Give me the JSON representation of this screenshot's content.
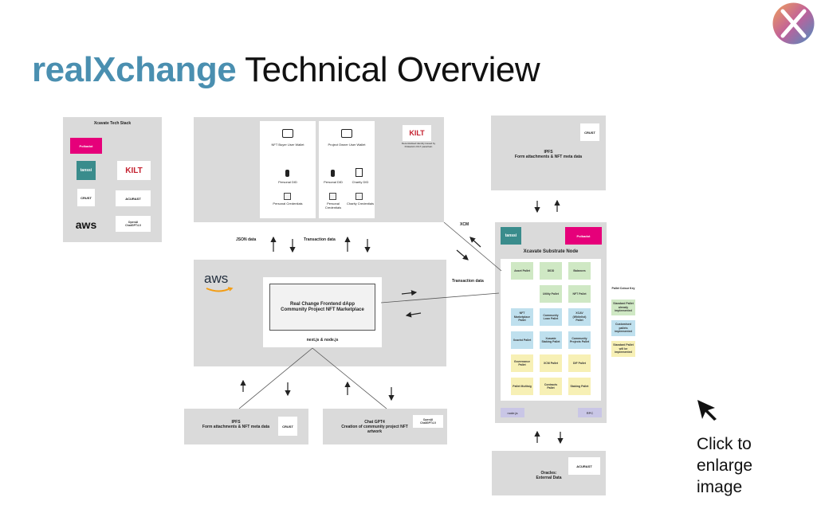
{
  "title": {
    "brand": "realXchange",
    "rest": " Technical Overview"
  },
  "tech_stack": {
    "heading": "Xcavate Tech Stack",
    "logos": [
      "Polkadot",
      "tanssi",
      "KILT",
      "CRUST",
      "ACURAST",
      "aws",
      "Chat GPT 4.0"
    ]
  },
  "logos": {
    "polkadot": "Polkadot",
    "tanssi": "tanssi",
    "kilt": "KILT",
    "crust": "CRUST",
    "acurast": "ACURAST",
    "aws": "aws",
    "openai_line1": "OpenAI",
    "openai_line2": "ChatGPT4.0"
  },
  "wallets": {
    "buyer": {
      "title": "NFT Buyer User Wallet",
      "did": "Personal DID",
      "cred": "Personal Credentials"
    },
    "owner": {
      "title": "Project Owner User Wallet",
      "did": "Personal DID",
      "cred": "Personal Credentials",
      "did2": "Charity DID",
      "cred2": "Charity Credentials"
    },
    "kilt_note": "Decentralised identity issued by Polkadot's KILT parachain"
  },
  "ipfs_top": {
    "label": "IPFS",
    "sub": "Form attachments & NFT meta data"
  },
  "edges": {
    "json": "JSON data",
    "transaction1": "Transaction data",
    "xcm": "XCM",
    "transaction2": "Transaction data"
  },
  "frontend": {
    "line1": "Real Change Frontend dApp",
    "line2": "Community Project NFT Marketplace",
    "tech": "next.js & node.js"
  },
  "substrate": {
    "title": "Xcavate Substrate Node",
    "pallets": [
      {
        "label": "Asset Pallet",
        "color": "green"
      },
      {
        "label": "DIDD",
        "color": "green"
      },
      {
        "label": "Balances",
        "color": "green"
      },
      {
        "label": "Utility Pallet",
        "color": "green"
      },
      {
        "label": "NFT Pallet",
        "color": "green"
      },
      {
        "label": "NFT Marketplace Pallet",
        "color": "blue"
      },
      {
        "label": "Community Loan Pallet",
        "color": "blue"
      },
      {
        "label": "XCAV (Whitelist) Pallet",
        "color": "blue"
      },
      {
        "label": "Xcavist Pallet",
        "color": "blue"
      },
      {
        "label": "Xcavate Staking Pallet",
        "color": "blue"
      },
      {
        "label": "Community Projects Pallet",
        "color": "blue"
      },
      {
        "label": "Governance Pallet",
        "color": "yellow"
      },
      {
        "label": "XCM Pallet",
        "color": "yellow"
      },
      {
        "label": "DIF Pallet",
        "color": "yellow"
      },
      {
        "label": "Pallet Multisig",
        "color": "yellow"
      },
      {
        "label": "Contracts Pallet",
        "color": "yellow"
      },
      {
        "label": "Staking Pallet",
        "color": "yellow"
      }
    ],
    "footer_left": "node.js",
    "footer_right": "RPC"
  },
  "key": {
    "title": "Pallet Colour Key",
    "items": [
      {
        "label": "Standard Pallet already implemented",
        "color": "green"
      },
      {
        "label": "Customised pallets implemented",
        "color": "blue"
      },
      {
        "label": "Standard Pallet will be implemented",
        "color": "yellow"
      }
    ]
  },
  "ipfs_bottom": {
    "label": "IPFS",
    "sub": "Form attachments & NFT meta data"
  },
  "chatgpt": {
    "label": "Chat GPT4",
    "sub": "Creation of community project NFT artwork"
  },
  "oracles": {
    "label": "Oracles:",
    "sub": "External Data"
  },
  "enlarge": {
    "line1": "Click to",
    "line2": "enlarge",
    "line3": "image"
  },
  "colors": {
    "brand": "#4a8fb0",
    "box": "#dadada",
    "tanssi": "#3a8c8c",
    "polkadot": "#e6007a",
    "green": "#cfe8c4",
    "blue": "#bfe0ee",
    "yellow": "#f7f0b5"
  }
}
